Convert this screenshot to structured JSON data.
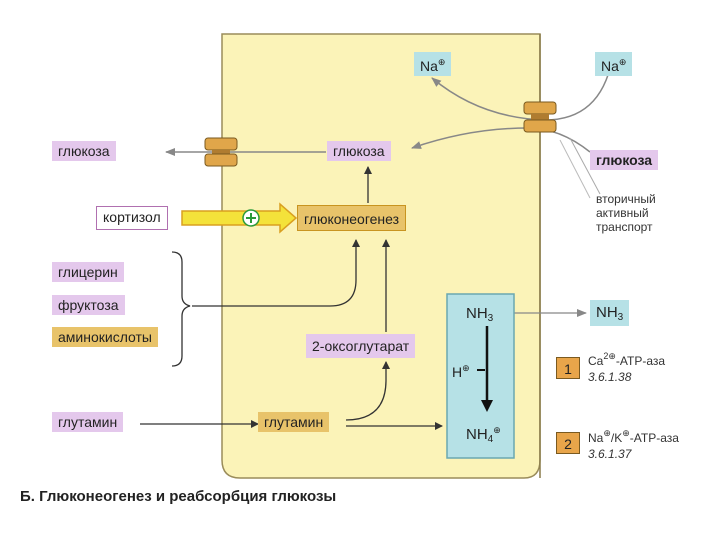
{
  "labels": {
    "na_left": "Na",
    "na_right": "Na",
    "glucose_out": "глюкоза",
    "glucose_cell": "глюкоза",
    "glucose_lumen": "глюкоза",
    "transport_line1": "вторичный",
    "transport_line2": "активный",
    "transport_line3": "транспорт",
    "cortisol": "кортизол",
    "gluconeogenesis": "глюконеогенез",
    "glycerol": "глицерин",
    "fructose": "фруктоза",
    "amino_acids": "аминокислоты",
    "oxoglutarate": "2-оксоглутарат",
    "glutamine_out": "глутамин",
    "glutamine_cell": "глутамин",
    "nh3_cell": "NH",
    "nh3_cell_sub": "3",
    "nh3_out": "NH",
    "nh3_out_sub": "3",
    "h_ion": "H",
    "nh4": "NH",
    "nh4_sub": "4"
  },
  "legend": [
    {
      "num": "1",
      "name_a": "Ca",
      "name_sup": "2",
      "name_b": "-ATP-аза",
      "ec": "3.6.1.38"
    },
    {
      "num": "2",
      "name_a": "Na",
      "name_b": "/K",
      "name_c": "-ATP-аза",
      "ec": "3.6.1.37"
    }
  ],
  "caption": "Б. Глюконеогенез и реабсорбция глюкозы",
  "colors": {
    "cell": "#fbf3b8",
    "pink": "#e4c8ec",
    "tan": "#e8c36a",
    "cyan": "#b6e1e6",
    "transporter": "#e0a64a",
    "arrow": "#333333",
    "arrow_gray": "#888888"
  }
}
